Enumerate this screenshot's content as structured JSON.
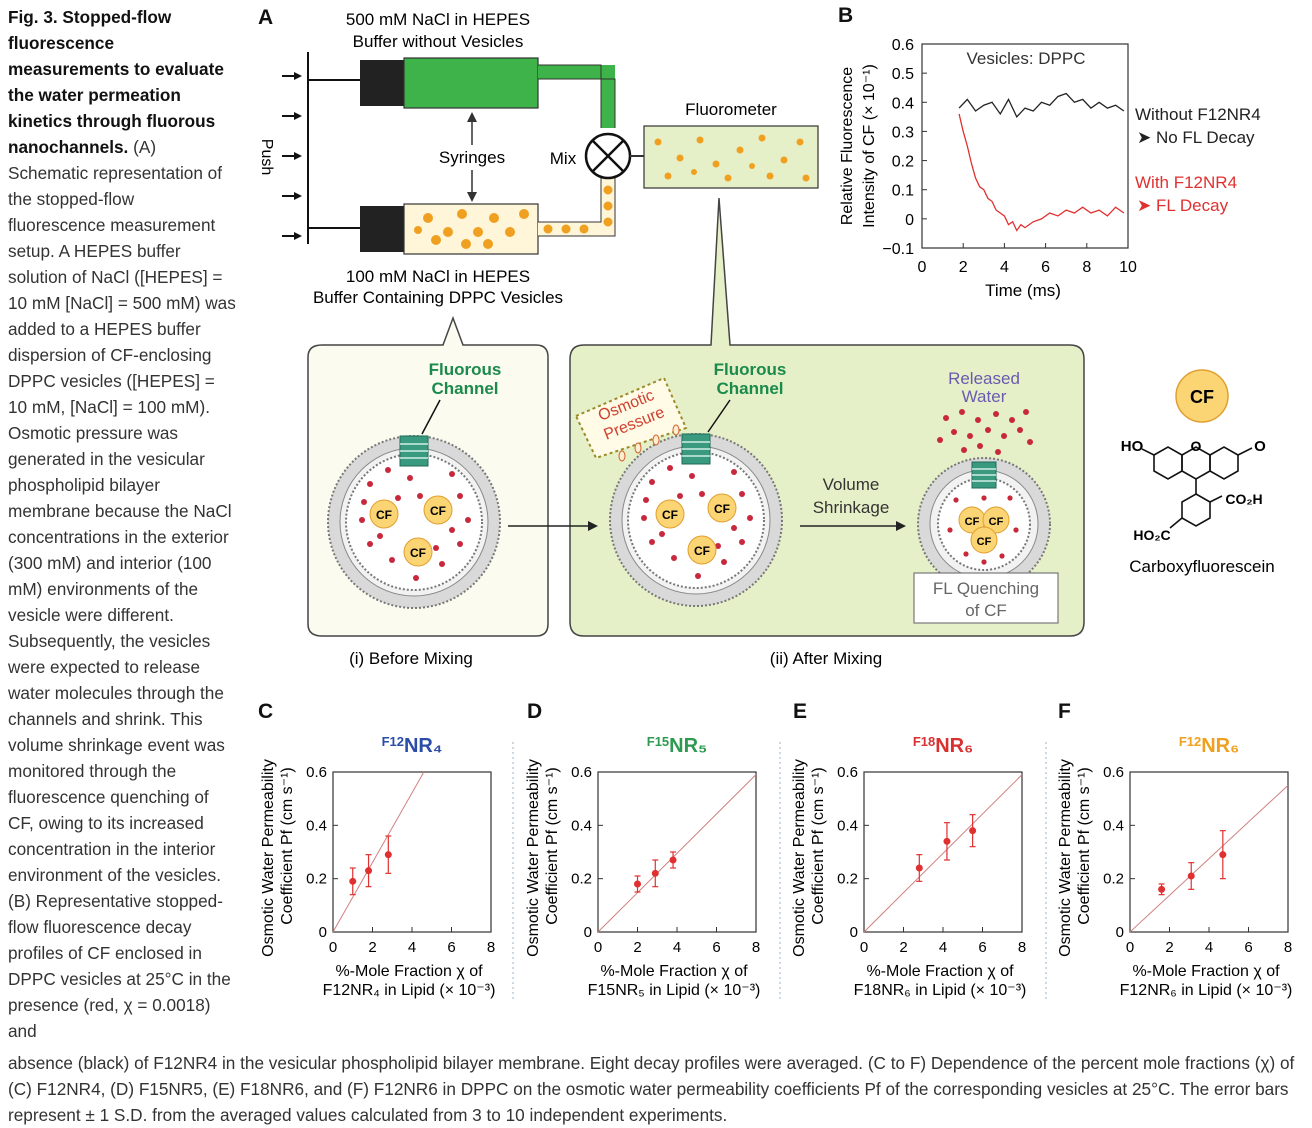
{
  "caption": {
    "title": "Fig. 3. Stopped-flow fluorescence measurements to evaluate the water permeation kinetics through fluorous nanochannels.",
    "body": "(A) Schematic representation of the stopped-flow fluorescence measurement setup. A HEPES buffer solution of NaCl ([HEPES] = 10 mM [NaCl] = 500 mM) was added to a HEPES buffer dispersion of CF-enclosing DPPC vesicles ([HEPES] = 10 mM, [NaCl] = 100 mM). Osmotic pressure was generated in the vesicular phospholipid bilayer membrane because the NaCl concentrations in the exterior (300 mM) and interior (100 mM) environments of the vesicle were different. Subsequently, the vesicles were expected to release water molecules through the channels and shrink. This volume shrinkage event was monitored through the fluorescence quenching of CF, owing to its increased concentration in the interior environment of the vesicles. (B) Representative stopped-flow fluorescence decay profiles of CF enclosed in DPPC vesicles at 25°C in the presence (red, χ = 0.0018) and",
    "bottom": "absence (black) of F12NR4 in the vesicular phospholipid bilayer membrane. Eight decay profiles were averaged. (C to F) Dependence of the percent mole fractions (χ) of (C) F12NR4, (D) F15NR5, (E) F18NR6, and (F) F12NR6 in DPPC on the osmotic water permeability coefficients Pf of the corresponding vesicles at 25°C. The error bars represent ± 1 S.D. from the averaged values calculated from 3 to 10 independent experiments."
  },
  "panel_a": {
    "letter": "A",
    "top_syringe_label_1": "500 mM NaCl in HEPES",
    "top_syringe_label_2": "Buffer without Vesicles",
    "bottom_syringe_label_1": "100 mM NaCl in HEPES",
    "bottom_syringe_label_2": "Buffer Containing DPPC Vesicles",
    "push": "Push",
    "syringes": "Syringes",
    "mix": "Mix",
    "fluorometer": "Fluorometer",
    "before_title_1": "Fluorous",
    "before_title_2": "Channel",
    "after_title_1": "Fluorous",
    "after_title_2": "Channel",
    "osmotic_1": "Osmotic",
    "osmotic_2": "Pressure",
    "released_1": "Released",
    "released_2": "Water",
    "volume_1": "Volume",
    "volume_2": "Shrinkage",
    "fl_quench_1": "FL Quenching",
    "fl_quench_2": "of CF",
    "cf": "CF",
    "before_caption": "(i) Before Mixing",
    "after_caption": "(ii) After Mixing",
    "molecule_badge": "CF",
    "molecule_name": "Carboxyfluorescein",
    "ho_left": "HO",
    "o_ring": "O",
    "o_right": "O",
    "co2h": "CO₂H",
    "ho2c": "HO₂C"
  },
  "chart_data": [
    {
      "panel": "B",
      "type": "line",
      "title": "Vesicles: DPPC",
      "xlabel": "Time (ms)",
      "ylabel_1": "Relative Fluorescence",
      "ylabel_2": "Intensity of CF (× 10⁻¹)",
      "xlim": [
        0,
        10
      ],
      "ylim": [
        -0.1,
        0.6
      ],
      "xticks": [
        "0",
        "2",
        "4",
        "6",
        "8",
        "10"
      ],
      "yticks": [
        "−0.1",
        "0",
        "0.1",
        "0.2",
        "0.3",
        "0.4",
        "0.5",
        "0.6"
      ],
      "series": [
        {
          "name": "Without F12NR4",
          "annotation": "➤ No FL Decay",
          "color": "#222222",
          "x": [
            1.8,
            2.2,
            2.6,
            3.0,
            3.4,
            3.8,
            4.2,
            4.6,
            5.0,
            5.4,
            5.8,
            6.2,
            6.6,
            7.0,
            7.4,
            7.8,
            8.2,
            8.6,
            9.0,
            9.4,
            9.8
          ],
          "y": [
            0.38,
            0.41,
            0.37,
            0.39,
            0.4,
            0.36,
            0.41,
            0.35,
            0.38,
            0.37,
            0.4,
            0.39,
            0.42,
            0.43,
            0.4,
            0.41,
            0.38,
            0.4,
            0.38,
            0.39,
            0.37
          ]
        },
        {
          "name": "With F12NR4",
          "annotation": "➤ FL Decay",
          "color": "#e03030",
          "x": [
            1.8,
            2.0,
            2.2,
            2.4,
            2.6,
            2.8,
            3.0,
            3.2,
            3.4,
            3.6,
            3.8,
            4.0,
            4.2,
            4.4,
            4.6,
            4.8,
            5.0,
            5.4,
            5.8,
            6.2,
            6.6,
            7.0,
            7.4,
            7.8,
            8.2,
            8.6,
            9.0,
            9.4,
            9.8
          ],
          "y": [
            0.36,
            0.3,
            0.25,
            0.19,
            0.14,
            0.11,
            0.1,
            0.07,
            0.06,
            0.03,
            0.02,
            0.01,
            -0.02,
            -0.01,
            -0.04,
            -0.02,
            -0.03,
            -0.01,
            0.0,
            0.02,
            0.01,
            0.03,
            0.02,
            0.04,
            0.02,
            0.03,
            0.01,
            0.04,
            0.02
          ]
        }
      ]
    },
    {
      "panel": "C",
      "type": "scatter",
      "title_sup": "F12",
      "title_main": "NR₄",
      "title_color": "#2a4ea8",
      "ylabel_1": "Osmotic Water Permeability",
      "ylabel_2": "Coefficient Pf (cm s⁻¹)",
      "xlabel_1": "%-Mole Fraction χ of",
      "xlabel_2": "F12NR₄ in Lipid (× 10⁻³)",
      "xlim": [
        0,
        8
      ],
      "ylim": [
        0,
        0.6
      ],
      "xticks": [
        "0",
        "2",
        "4",
        "6",
        "8"
      ],
      "yticks": [
        "0",
        "0.2",
        "0.4",
        "0.6"
      ],
      "x": [
        1.0,
        1.8,
        2.8
      ],
      "y": [
        0.19,
        0.23,
        0.29
      ],
      "err": [
        0.05,
        0.06,
        0.07
      ],
      "fit": [
        [
          0,
          0
        ],
        [
          4.6,
          0.6
        ]
      ]
    },
    {
      "panel": "D",
      "type": "scatter",
      "title_sup": "F15",
      "title_main": "NR₅",
      "title_color": "#2e9a50",
      "ylabel_1": "Osmotic Water Permeability",
      "ylabel_2": "Coefficient Pf (cm s⁻¹)",
      "xlabel_1": "%-Mole Fraction χ of",
      "xlabel_2": "F15NR₅ in Lipid (× 10⁻³)",
      "xlim": [
        0,
        8
      ],
      "ylim": [
        0,
        0.6
      ],
      "xticks": [
        "0",
        "2",
        "4",
        "6",
        "8"
      ],
      "yticks": [
        "0",
        "0.2",
        "0.4",
        "0.6"
      ],
      "x": [
        2.0,
        2.9,
        3.8
      ],
      "y": [
        0.18,
        0.22,
        0.27
      ],
      "err": [
        0.03,
        0.05,
        0.03
      ],
      "fit": [
        [
          0,
          0
        ],
        [
          8,
          0.59
        ]
      ]
    },
    {
      "panel": "E",
      "type": "scatter",
      "title_sup": "F18",
      "title_main": "NR₆",
      "title_color": "#d93030",
      "ylabel_1": "Osmotic Water Permeability",
      "ylabel_2": "Coefficient Pf (cm s⁻¹)",
      "xlabel_1": "%-Mole Fraction χ of",
      "xlabel_2": "F18NR₆ in Lipid (× 10⁻³)",
      "xlim": [
        0,
        8
      ],
      "ylim": [
        0,
        0.6
      ],
      "xticks": [
        "0",
        "2",
        "4",
        "6",
        "8"
      ],
      "yticks": [
        "0",
        "0.2",
        "0.4",
        "0.6"
      ],
      "x": [
        2.8,
        4.2,
        5.5
      ],
      "y": [
        0.24,
        0.34,
        0.38
      ],
      "err": [
        0.05,
        0.07,
        0.06
      ],
      "fit": [
        [
          0,
          0
        ],
        [
          8,
          0.59
        ]
      ]
    },
    {
      "panel": "F",
      "type": "scatter",
      "title_sup": "F12",
      "title_main": "NR₆",
      "title_color": "#f0a020",
      "ylabel_1": "Osmotic Water Permeability",
      "ylabel_2": "Coefficient Pf (cm s⁻¹)",
      "xlabel_1": "%-Mole Fraction χ of",
      "xlabel_2": "F12NR₆ in Lipid (× 10⁻³)",
      "xlim": [
        0,
        8
      ],
      "ylim": [
        0,
        0.6
      ],
      "xticks": [
        "0",
        "2",
        "4",
        "6",
        "8"
      ],
      "yticks": [
        "0",
        "0.2",
        "0.4",
        "0.6"
      ],
      "x": [
        1.6,
        3.1,
        4.7
      ],
      "y": [
        0.16,
        0.21,
        0.29
      ],
      "err": [
        0.02,
        0.05,
        0.09
      ],
      "fit": [
        [
          0,
          0
        ],
        [
          8,
          0.55
        ]
      ]
    }
  ]
}
